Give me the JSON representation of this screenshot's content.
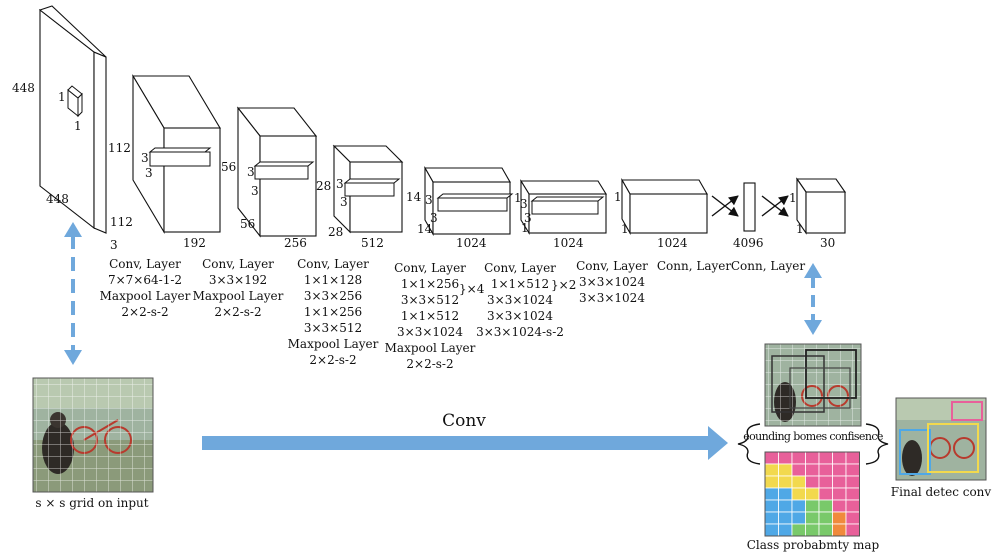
{
  "colors": {
    "arrow": "#6fa8dc",
    "line": "#111111",
    "grid_line": "#d9e4f0",
    "class_map_cells": [
      "#e8609a",
      "#f2d94e",
      "#4fa8e6",
      "#79c96a",
      "#f08a3c"
    ]
  },
  "layers": [
    {
      "dims": [
        "448",
        "448",
        "3"
      ],
      "kernel": [
        "1",
        "1"
      ]
    },
    {
      "dims": [
        "112",
        "112",
        "192"
      ],
      "kernel": [
        "3",
        "3"
      ]
    },
    {
      "dims": [
        "56",
        "56",
        "256"
      ],
      "kernel": [
        "3",
        "3"
      ]
    },
    {
      "dims": [
        "28",
        "28",
        "512"
      ],
      "kernel": [
        "3",
        "3"
      ]
    },
    {
      "dims": [
        "14",
        "14",
        "1024"
      ],
      "kernel": [
        "3",
        "3"
      ]
    },
    {
      "dims": [
        "1",
        "1",
        "1024"
      ],
      "kernel": [
        "3",
        "3"
      ]
    },
    {
      "dims": [
        "1",
        "1",
        "1024"
      ]
    },
    {
      "dims": [
        "4096"
      ]
    },
    {
      "dims": [
        "1",
        "1",
        "30"
      ]
    }
  ],
  "captions": [
    [
      "Conv, Layer",
      "7×7×64-1-2",
      "Maxpool Layer",
      "2×2-s-2"
    ],
    [
      "Conv, Layer",
      "3×3×192",
      "Maxpool Layer",
      "2×2-s-2"
    ],
    [
      "Conv, Layer",
      "1×1×128",
      "3×3×256",
      "1×1×256",
      "3×3×512",
      "Maxpool Layer",
      "2×2-s-2"
    ],
    [
      "Conv, Layer",
      "1×1×256",
      "3×3×512",
      "1×1×512",
      "3×3×1024",
      "Maxpool Layer",
      "2×2-s-2"
    ],
    [
      "Conv, Layer",
      "1×1×512",
      "3×3×1024",
      "3×3×1024",
      "3×3×1024-s-2"
    ],
    [
      "Conv, Layer",
      "3×3×1024",
      "3×3×1024"
    ],
    [
      "Conn, Layer"
    ],
    [
      "Conn, Layer"
    ]
  ],
  "repeats": [
    "}×4",
    "}×2"
  ],
  "flow": {
    "main_arrow_label": "Conv",
    "input_caption": "s × s grid on input",
    "bbox_caption": "eounding bomes confisence",
    "class_map_caption": "Class probabmty map",
    "output_caption": "Final detec conv"
  }
}
